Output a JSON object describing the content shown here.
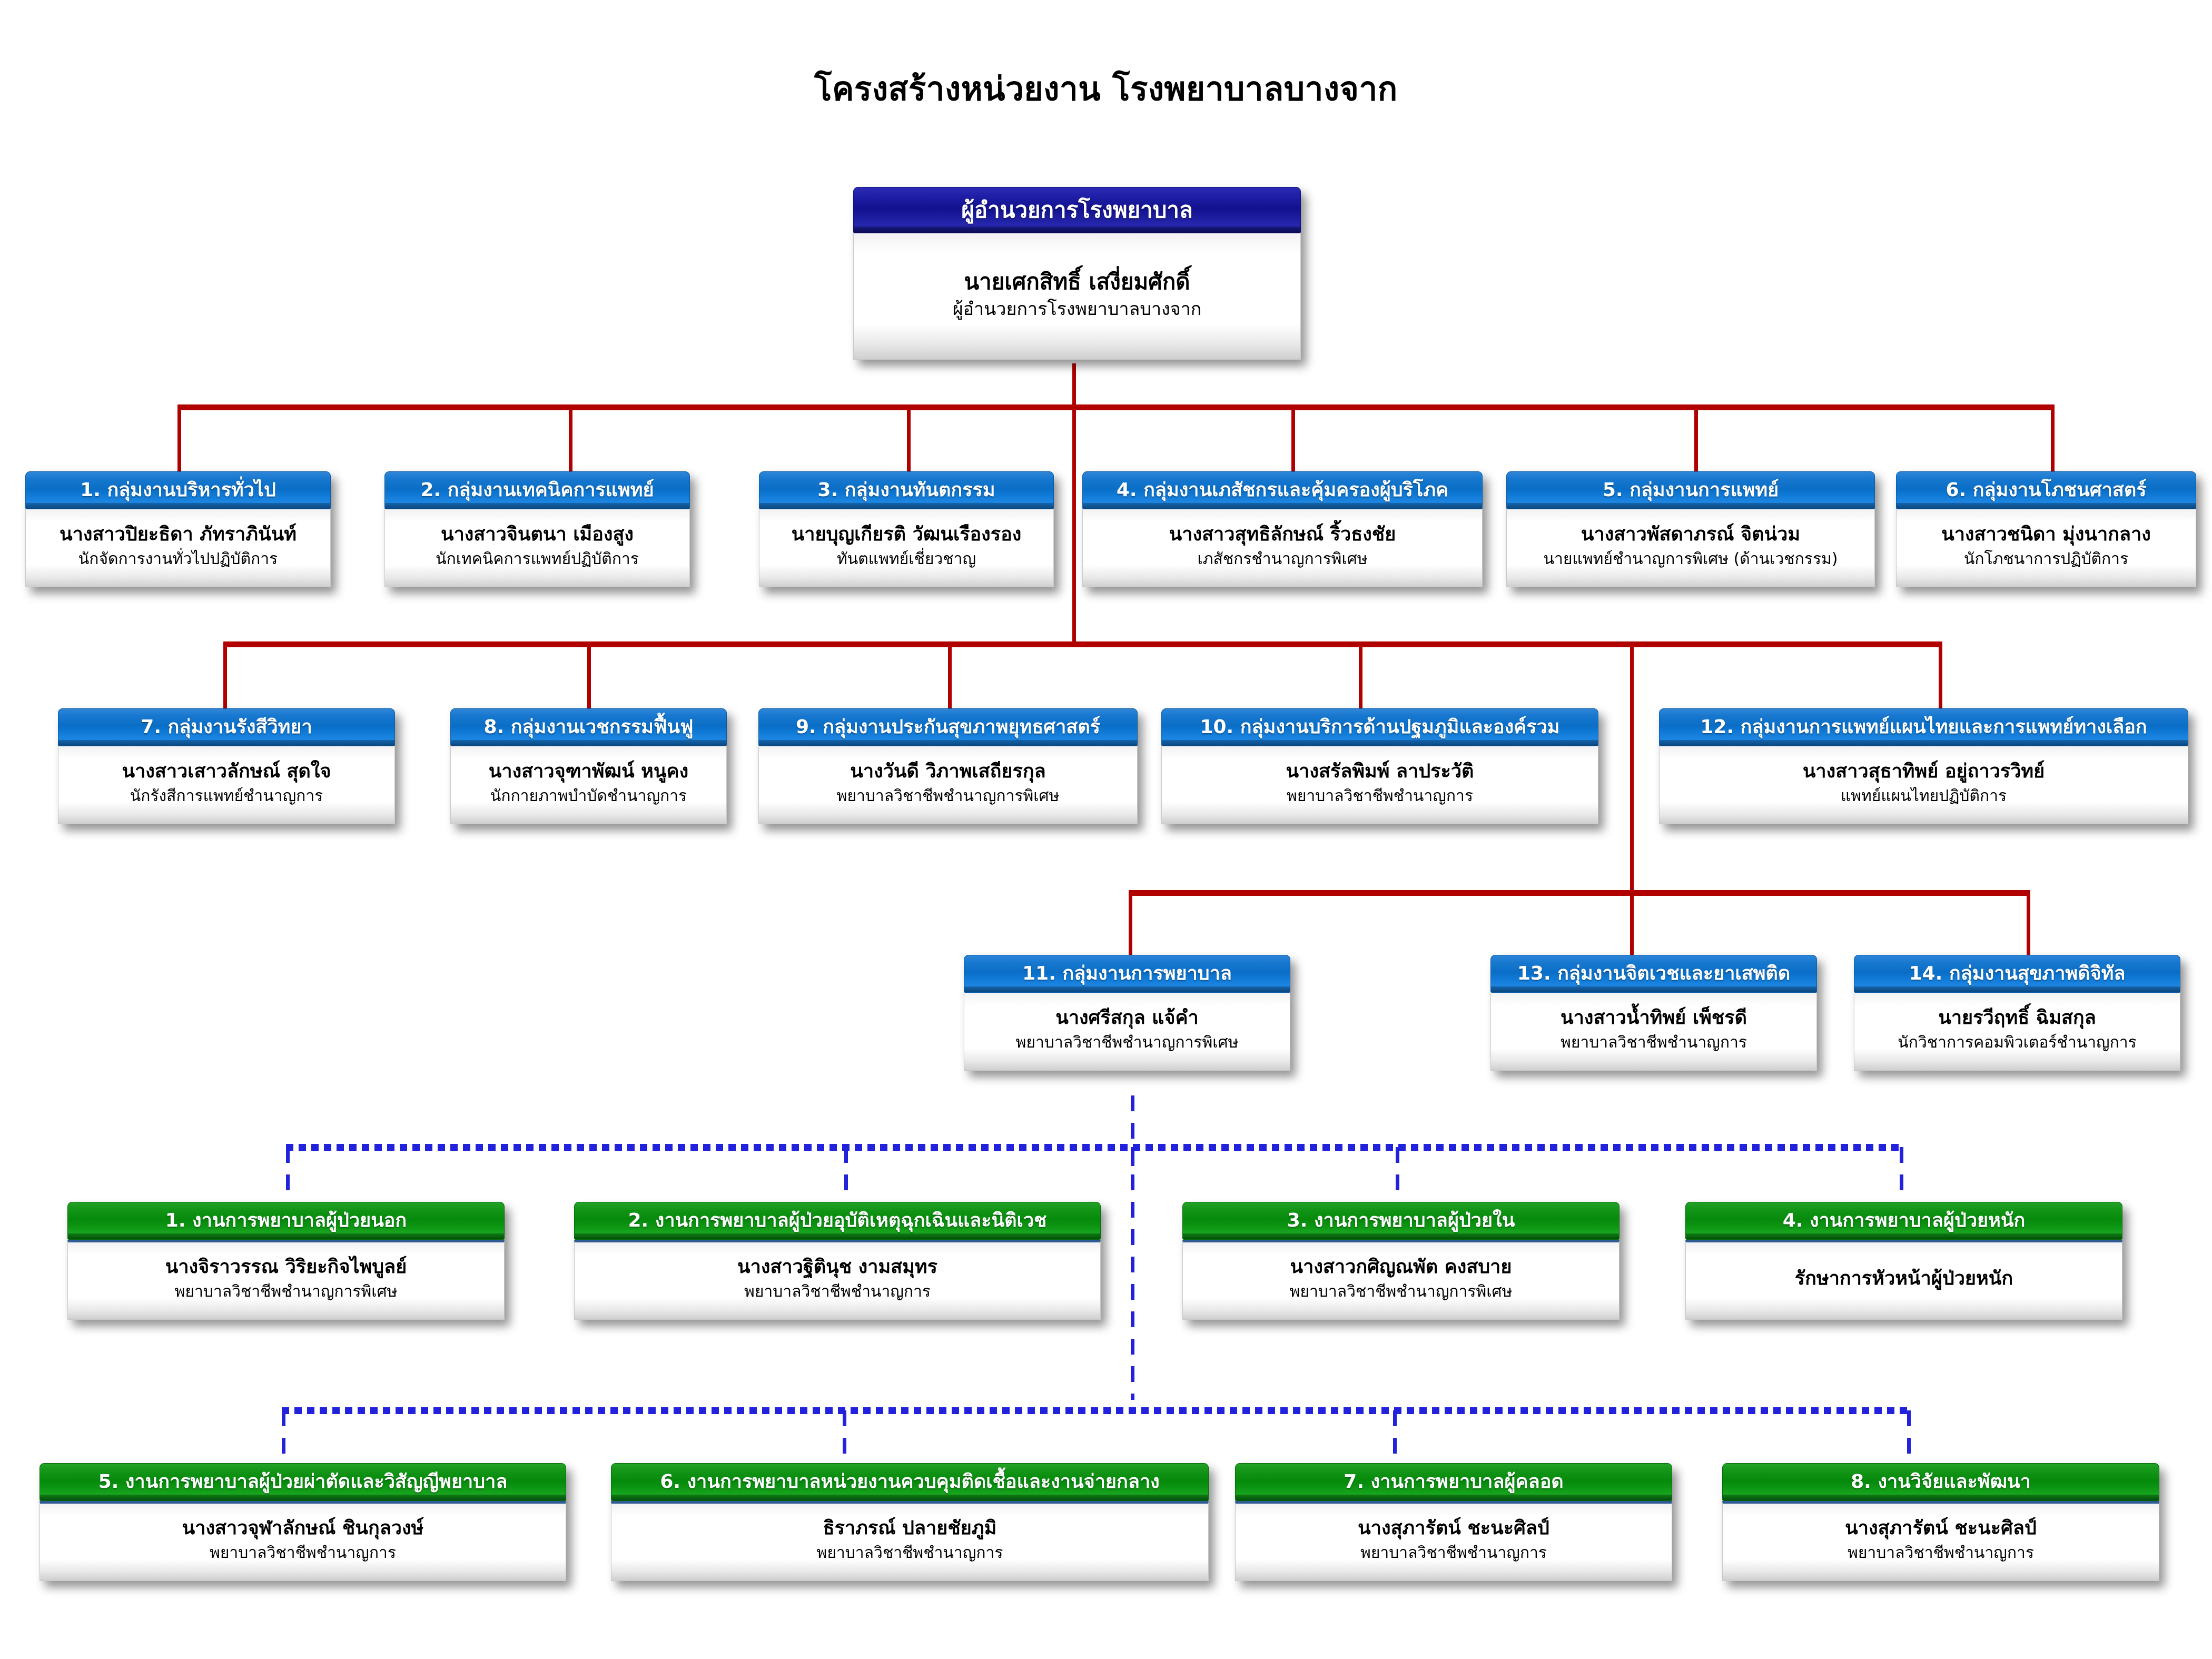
{
  "page": {
    "title": "โครงสร้างหน่วยงาน โรงพยาบาลบางจาก",
    "colors": {
      "director_header": "#12128f",
      "department_header": "#0a6ec6",
      "nursing_header": "#068a0c",
      "solid_connector": "#B00000",
      "dashed_connector": "#2222DD",
      "box_body": "#ffffff"
    }
  },
  "director": {
    "header": "ผู้อำนวยการโรงพยาบาล",
    "name": "นายเศกสิทธิ์  เสงี่ยมศักดิ์",
    "position": "ผู้อำนวยการโรงพยาบาลบางจาก"
  },
  "departments": [
    {
      "header": "1. กลุ่มงานบริหารทั่วไป",
      "name": "นางสาวปิยะธิดา ภัทราภินันท์",
      "position": "นักจัดการงานทั่วไปปฏิบัติการ"
    },
    {
      "header": "2. กลุ่มงานเทคนิคการแพทย์",
      "name": "นางสาวจินตนา  เมืองสูง",
      "position": "นักเทคนิคการแพทย์ปฏิบัติการ"
    },
    {
      "header": "3. กลุ่มงานทันตกรรม",
      "name": "นายบุญเกียรติ  วัฒนเรืองรอง",
      "position": "ทันตแพทย์เชี่ยวชาญ"
    },
    {
      "header": "4. กลุ่มงานเภสัชกรและคุ้มครองผู้บริโภค",
      "name": "นางสาวสุทธิลักษณ์  ริ้วธงชัย",
      "position": "เภสัชกรชำนาญการพิเศษ"
    },
    {
      "header": "5. กลุ่มงานการแพทย์",
      "name": "นางสาวพัสดาภรณ์ จิตน่วม",
      "position": "นายแพทย์ชำนาญการพิเศษ (ด้านเวชกรรม)"
    },
    {
      "header": "6. กลุ่มงานโภชนศาสตร์",
      "name": "นางสาวชนิดา  มุ่งนากลาง",
      "position": "นักโภชนาการปฏิบัติการ"
    },
    {
      "header": "7. กลุ่มงานรังสีวิทยา",
      "name": "นางสาวเสาวลักษณ์  สุดใจ",
      "position": "นักรังสีการแพทย์ชำนาญการ"
    },
    {
      "header": "8. กลุ่มงานเวชกรรมฟื้นฟู",
      "name": "นางสาวจุฑาพัฒน์  หนูคง",
      "position": "นักกายภาพบำบัดชำนาญการ"
    },
    {
      "header": "9. กลุ่มงานประกันสุขภาพยุทธศาสตร์",
      "name": "นางวันดี วิภาพเสถียรกุล",
      "position": "พยาบาลวิชาชีพชำนาญการพิเศษ"
    },
    {
      "header": "10. กลุ่มงานบริการด้านปฐมภูมิและองค์รวม",
      "name": "นางสรัลพิมพ์  ลาประวัติ",
      "position": "พยาบาลวิชาชีพชำนาญการ"
    },
    {
      "header": "12. กลุ่มงานการแพทย์แผนไทยและการแพทย์ทางเลือก",
      "name": "นางสาวสุธาทิพย์  อยู่ถาวรวิทย์",
      "position": "แพทย์แผนไทยปฏิบัติการ"
    },
    {
      "header": "11. กลุ่มงานการพยาบาล",
      "name": "นางศรีสกุล  แจ้คำ",
      "position": "พยาบาลวิชาชีพชำนาญการพิเศษ"
    },
    {
      "header": "13. กลุ่มงานจิตเวชและยาเสพติด",
      "name": "นางสาวน้ำทิพย์  เพ็ชรดี",
      "position": "พยาบาลวิชาชีพชำนาญการ"
    },
    {
      "header": "14. กลุ่มงานสุขภาพดิจิทัล",
      "name": "นายรวีฤทธิ์  ฉิมสกุล",
      "position": "นักวิชาการคอมพิวเตอร์ชำนาญการ"
    }
  ],
  "nursing_units": [
    {
      "header": "1. งานการพยาบาลผู้ป่วยนอก",
      "name": "นางจิราวรรณ  วิริยะกิจไพบูลย์",
      "position": "พยาบาลวิชาชีพชำนาญการพิเศษ"
    },
    {
      "header": "2. งานการพยาบาลผู้ป่วยอุบัติเหตุฉุกเฉินและนิติเวช",
      "name": "นางสาวฐิตินุช  งามสมุทร",
      "position": "พยาบาลวิชาชีพชำนาญการ"
    },
    {
      "header": "3. งานการพยาบาลผู้ป่วยใน",
      "name": "นางสาวกศิญณพัต  คงสบาย",
      "position": "พยาบาลวิชาชีพชำนาญการพิเศษ"
    },
    {
      "header": "4. งานการพยาบาลผู้ป่วยหนัก",
      "name": "รักษาการหัวหน้าผู้ป่วยหนัก",
      "position": ""
    },
    {
      "header": "5. งานการพยาบาลผู้ป่วยผ่าตัดและวิสัญญีพยาบาล",
      "name": "นางสาวจุฬาลักษณ์  ชินกุลวงษ์",
      "position": "พยาบาลวิชาชีพชำนาญการ"
    },
    {
      "header": "6. งานการพยาบาลหน่วยงานควบคุมติดเชื้อและงานจ่ายกลาง",
      "name": "ธิราภรณ์  ปลายชัยภูมิ",
      "position": "พยาบาลวิชาชีพชำนาญการ"
    },
    {
      "header": "7. งานการพยาบาลผู้คลอด",
      "name": "นางสุภารัตน์  ชะนะศิลป์",
      "position": "พยาบาลวิชาชีพชำนาญการ"
    },
    {
      "header": "8. งานวิจัยและพัฒนา",
      "name": "นางสุภารัตน์  ชะนะศิลป์",
      "position": "พยาบาลวิชาชีพชำนาญการ"
    }
  ]
}
